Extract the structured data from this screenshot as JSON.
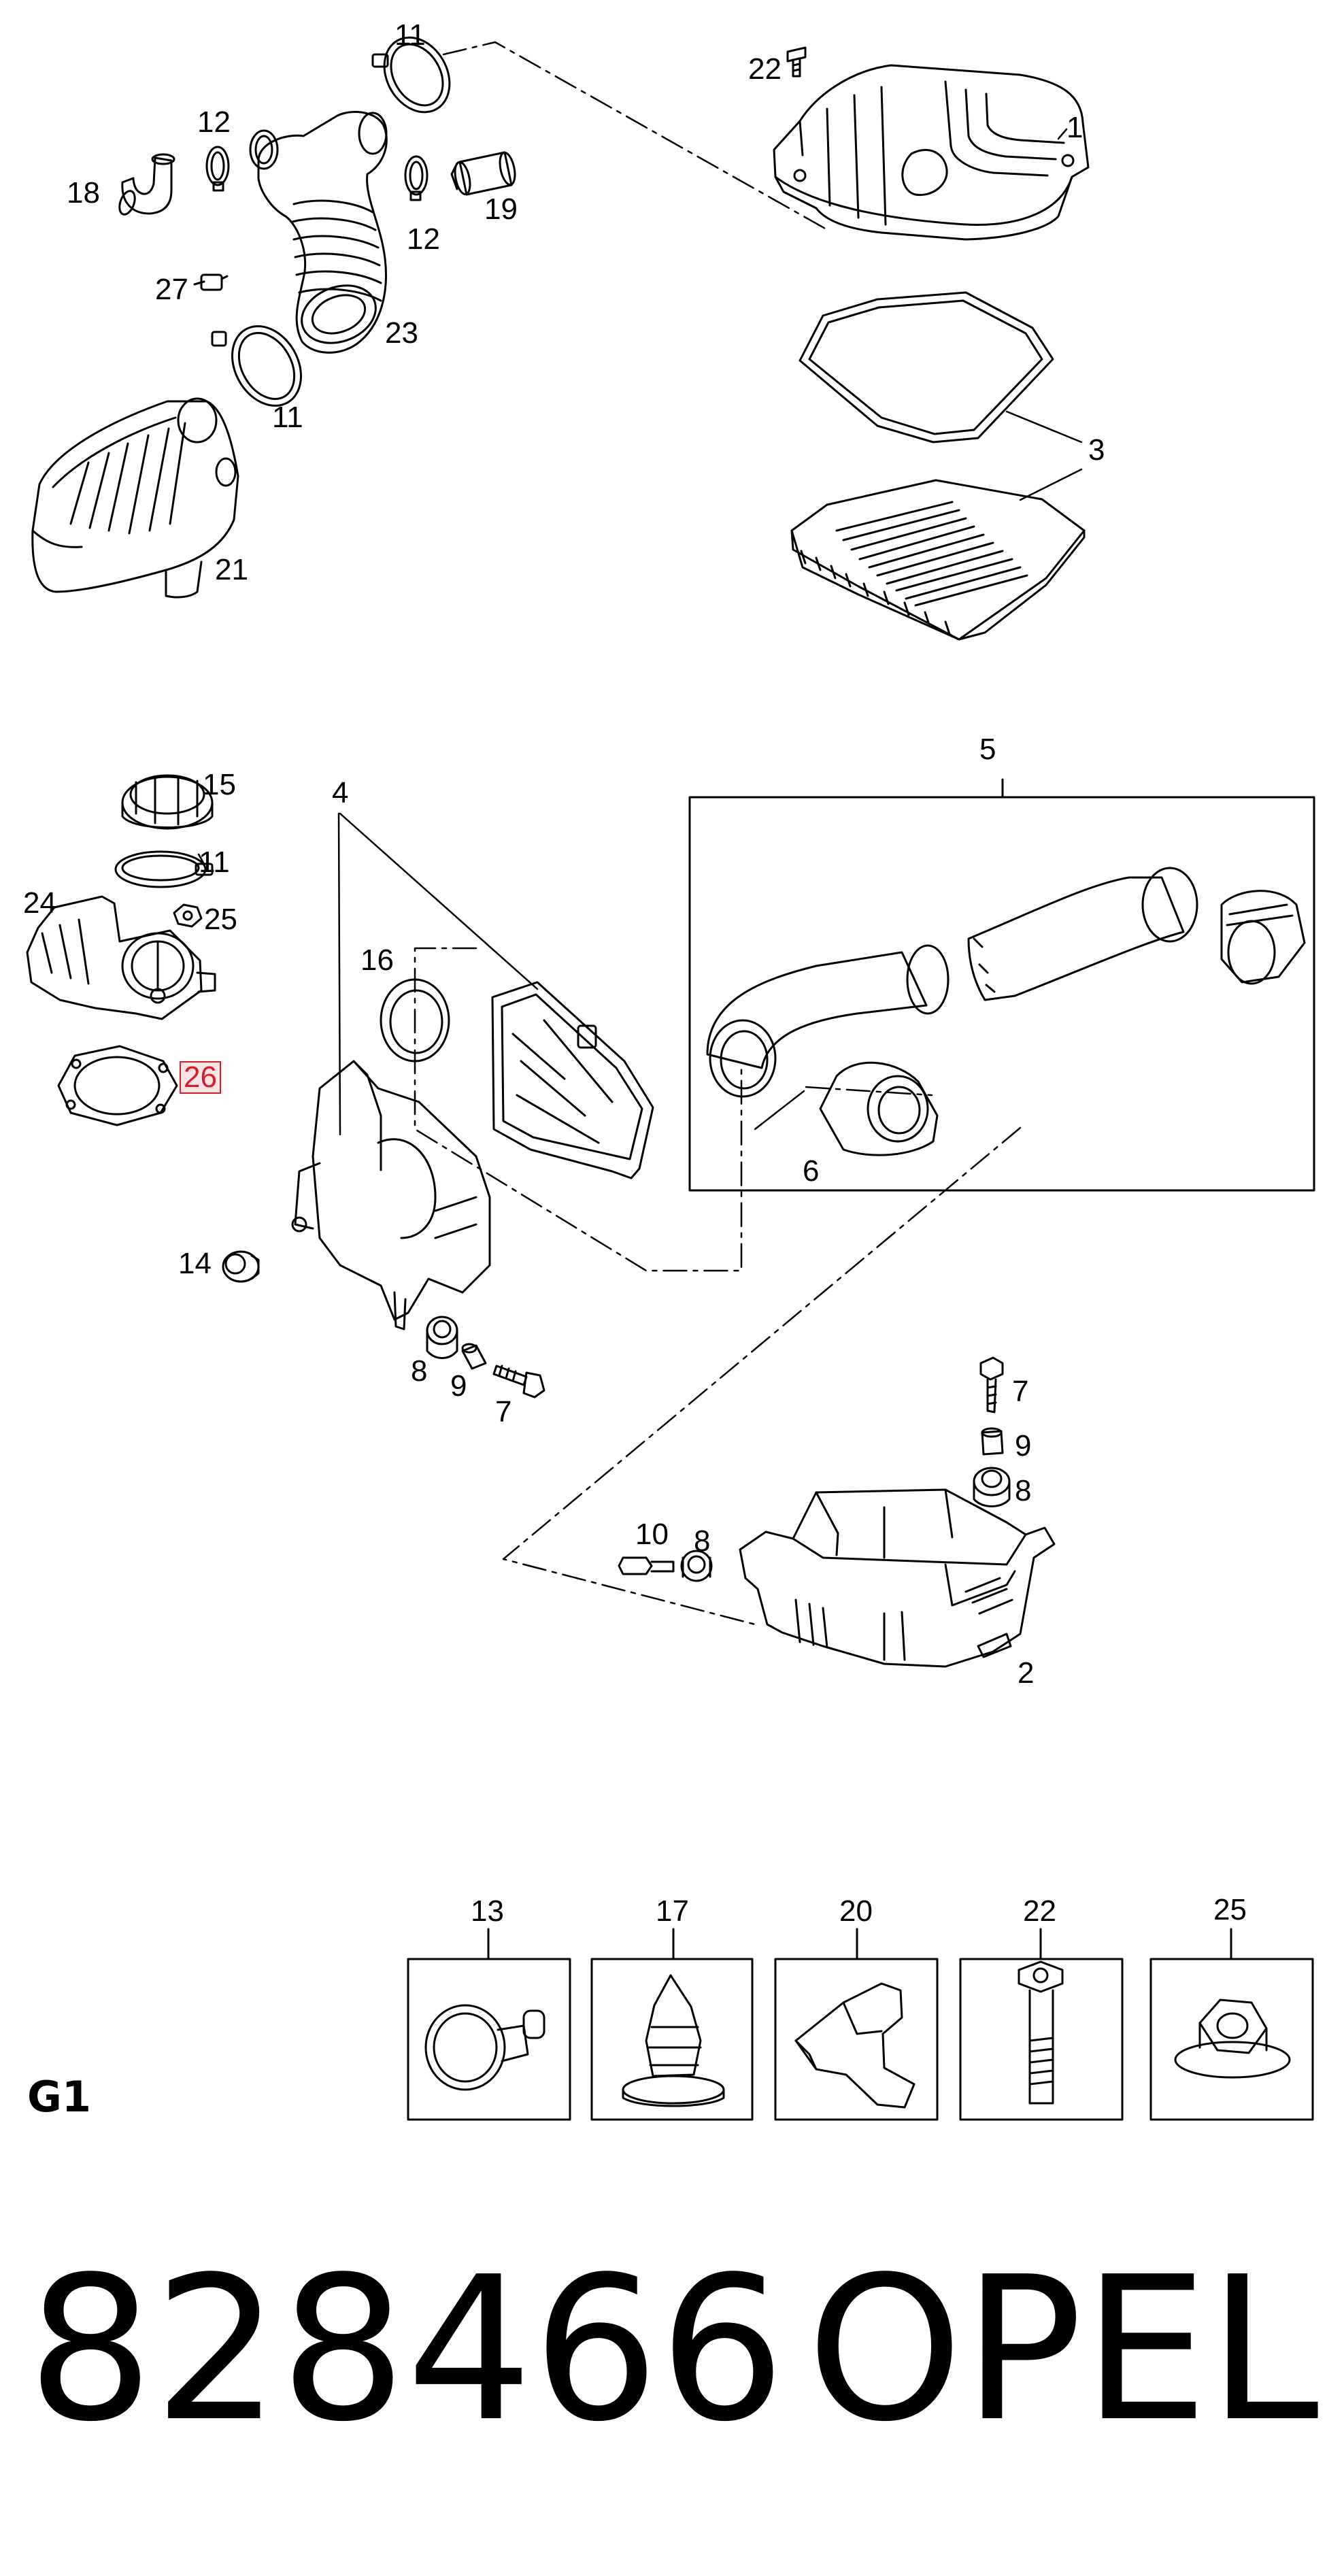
{
  "callouts": {
    "c11_top": "11",
    "c22_top": "22",
    "c1": "1",
    "c12_a": "12",
    "c18": "18",
    "c19": "19",
    "c12_b": "12",
    "c27": "27",
    "c23": "23",
    "c11_b": "11",
    "c3": "3",
    "c21": "21",
    "c5": "5",
    "c15": "15",
    "c4": "4",
    "c11_c": "11",
    "c24": "24",
    "c25": "25",
    "c16": "16",
    "c26": "26",
    "c6": "6",
    "c14": "14",
    "c8_a": "8",
    "c9_a": "9",
    "c7_a": "7",
    "c7_b": "7",
    "c9_b": "9",
    "c8_b": "8",
    "c10": "10",
    "c8_c": "8",
    "c2": "2"
  },
  "highlighted_callout": "26",
  "detail_boxes": [
    {
      "label": "13",
      "part": "push-rivet"
    },
    {
      "label": "17",
      "part": "plastic-clip"
    },
    {
      "label": "20",
      "part": "bracket"
    },
    {
      "label": "22",
      "part": "bolt"
    },
    {
      "label": "25",
      "part": "hex-nut"
    }
  ],
  "section_label": "G1",
  "footer": {
    "part_number": "828466",
    "brand": "OPEL"
  },
  "colors": {
    "line": "#000000",
    "background": "#ffffff",
    "highlight": "#d21f2b",
    "highlight_fill": "#fbe3e6"
  }
}
